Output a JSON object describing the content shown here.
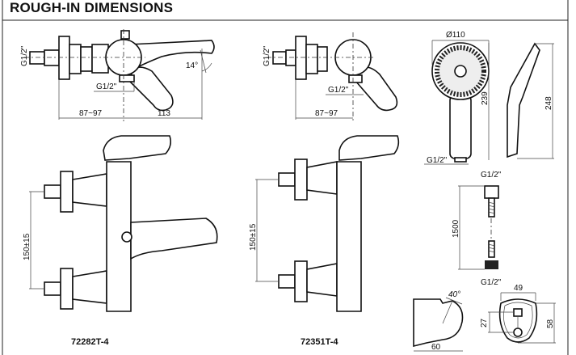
{
  "header": {
    "title": "ROUGH-IN DIMENSIONS"
  },
  "bath_mixer_top": {
    "inlet_thread": "G1/2\"",
    "outlet_thread": "G1/2\"",
    "angle": "14°",
    "wall_distance": "87~97",
    "spout_length": "113"
  },
  "shower_mixer_top": {
    "inlet_thread": "G1/2\"",
    "outlet_thread": "G1/2\"",
    "wall_distance": "87~97"
  },
  "hand_shower": {
    "diameter": "Ø110",
    "front_height": "239",
    "side_height": "248",
    "thread": "G1/2\""
  },
  "hose": {
    "top_thread": "G1/2\"",
    "length": "1500",
    "bottom_thread": "G1/2\""
  },
  "holder": {
    "angle": "40°",
    "depth": "60",
    "width": "49",
    "height": "58",
    "hole_spacing": "27"
  },
  "bath_mixer_front": {
    "model": "72282T-4",
    "inlet_spacing": "150±15"
  },
  "shower_mixer_front": {
    "model": "72351T-4",
    "inlet_spacing": "150±15"
  }
}
